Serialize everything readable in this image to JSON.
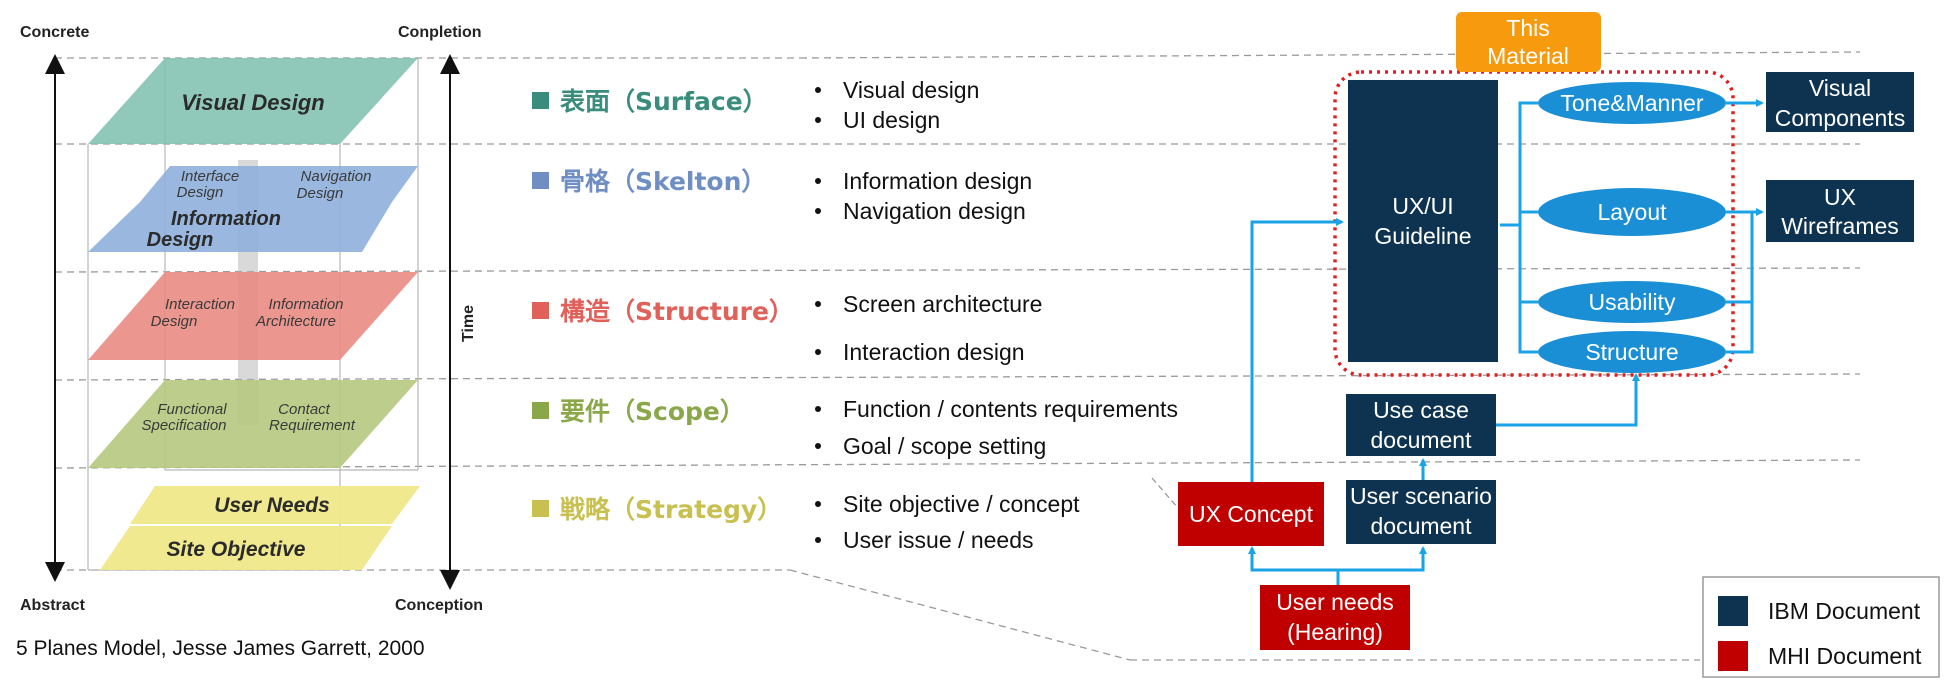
{
  "model_diagram": {
    "axis": {
      "top_left": "Concrete",
      "bottom_left": "Abstract",
      "top_right": "Conpletion",
      "bottom_right": "Conception",
      "time": "Time"
    },
    "planes": {
      "surface": "Visual Design",
      "skeleton_left_a": "Interface",
      "skeleton_left_b": "Design",
      "skeleton_right_a": "Navigation",
      "skeleton_right_b": "Design",
      "skeleton_main_a": "Information",
      "skeleton_main_b": "Design",
      "structure_left_a": "Interaction",
      "structure_left_b": "Design",
      "structure_right_a": "Information",
      "structure_right_b": "Architecture",
      "scope_left_a": "Functional",
      "scope_left_b": "Specification",
      "scope_right_a": "Contact",
      "scope_right_b": "Requirement",
      "strategy_top": "User Needs",
      "strategy_bottom": "Site Objective"
    },
    "caption": "5 Planes Model, Jesse James Garrett, 2000"
  },
  "layers": [
    {
      "name": "表面（Surface）",
      "color": "#3a8c7c",
      "bullets": [
        "Visual design",
        "UI design"
      ]
    },
    {
      "name": "骨格（Skelton）",
      "color": "#6f8fc4",
      "bullets": [
        "Information design",
        "Navigation design"
      ]
    },
    {
      "name": "構造（Structure）",
      "color": "#e0605a",
      "bullets": [
        "Screen architecture",
        "Interaction design"
      ]
    },
    {
      "name": "要件（Scope）",
      "color": "#8aa84a",
      "bullets": [
        "Function / contents requirements",
        "Goal / scope setting"
      ]
    },
    {
      "name": "戦略（Strategy）",
      "color": "#c8c050",
      "bullets": [
        "Site objective / concept",
        "User issue / needs"
      ]
    }
  ],
  "flow": {
    "this_material": [
      "This",
      "Material"
    ],
    "guideline": [
      "UX/UI",
      "Guideline"
    ],
    "tone": "Tone&Manner",
    "layout": "Layout",
    "usability": "Usability",
    "structure": "Structure",
    "visual_components": [
      "Visual",
      "Components"
    ],
    "ux_wireframes": [
      "UX",
      "Wireframes"
    ],
    "use_case": [
      "Use case",
      "document"
    ],
    "user_scenario": [
      "User scenario",
      "document"
    ],
    "ux_concept": "UX Concept",
    "user_needs": [
      "User needs",
      "(Hearing)"
    ]
  },
  "legend": [
    {
      "label": "IBM Document",
      "color": "#0d3350"
    },
    {
      "label": "MHI Document",
      "color": "#c00000"
    }
  ],
  "colors": {
    "ibm": "#0d3350",
    "mhi": "#c00000",
    "connector": "#1aa3e6",
    "ellipse": "#1a8fd6",
    "this_material": "#f79a0e",
    "dotted": "#e02020"
  }
}
